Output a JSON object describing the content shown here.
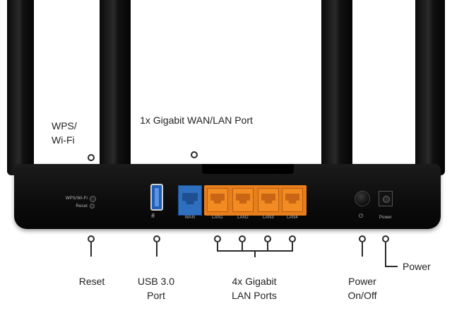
{
  "callouts": {
    "wps": "WPS/\nWi-Fi",
    "wan_port": "1x Gigabit WAN/LAN Port",
    "reset": "Reset",
    "usb": "USB 3.0\nPort",
    "lan_ports": "4x Gigabit\nLAN Ports",
    "power_switch": "Power\nOn/Off",
    "power": "Power"
  },
  "panel_labels": {
    "wps": "WPS/Wi-Fi",
    "reset": "Reset",
    "wan": "WAN",
    "lan": [
      "LAN1",
      "LAN2",
      "LAN3",
      "LAN4"
    ],
    "power": "Power"
  },
  "icons": {
    "usb": "usb-icon",
    "power": "power-icon"
  },
  "colors": {
    "wan_port": "#2e6fbf",
    "lan_ports": "#f18b22",
    "usb_port": "#1f5fb7",
    "router_body": "#0c0c0c"
  }
}
